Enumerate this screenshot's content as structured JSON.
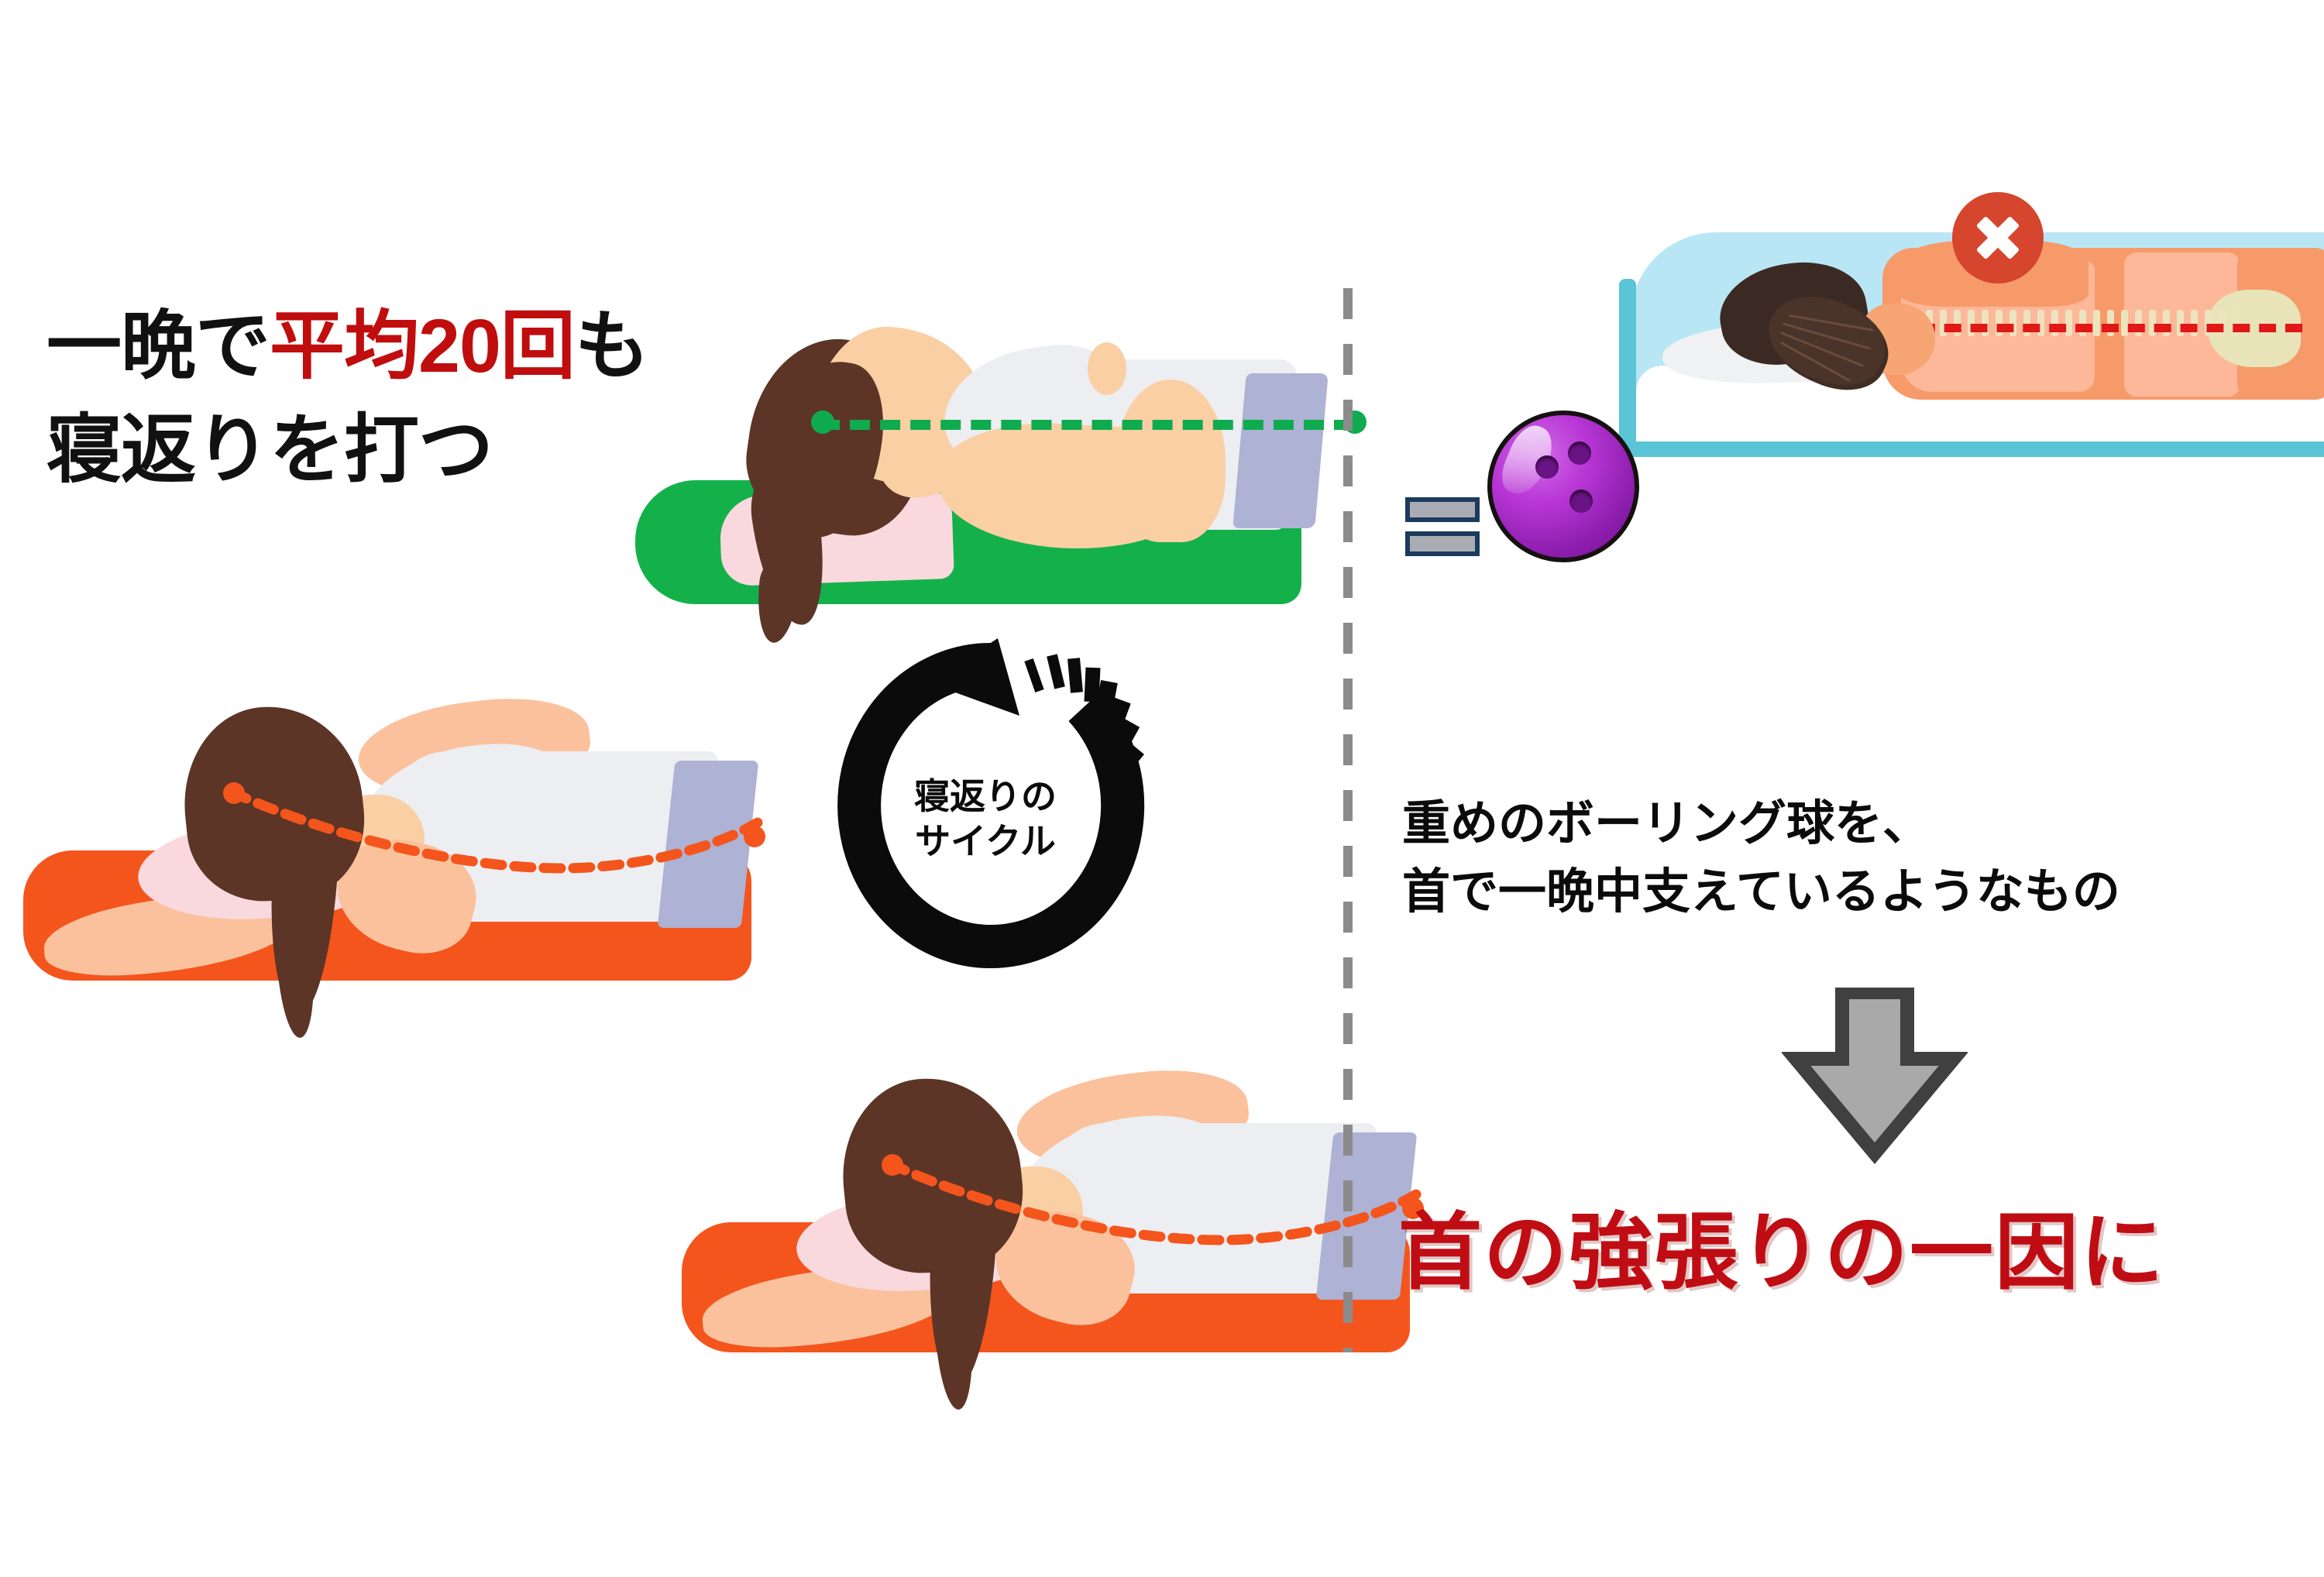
{
  "left": {
    "headline": {
      "line1_pre": "一晩で",
      "line1_highlight": "平均20回",
      "line1_post": "も",
      "line2": "寝返りを打つ",
      "highlight_color": "#c00d0d"
    },
    "cycle_badge": {
      "line1": "寝返りの",
      "line2": "サイクル"
    },
    "scenes": [
      {
        "name": "supine-green",
        "mattress_color": "#14b14b",
        "pillow_color": "#f9d9de",
        "line_color": "#0fab4f",
        "posture": "仰向け"
      },
      {
        "name": "side-orange-1",
        "mattress_color": "#f4551c",
        "pillow_color": "#f9d9de",
        "line_color": "#f4551c",
        "posture": "横向き"
      },
      {
        "name": "side-orange-2",
        "mattress_color": "#f4551c",
        "pillow_color": "#f9d9de",
        "line_color": "#f4551c",
        "posture": "横向き"
      }
    ]
  },
  "right": {
    "caption_line1": "重めのボーリング球を、",
    "caption_line2": "首で一晩中支えているようなもの",
    "conclusion": "首の強張りの一因に",
    "conclusion_color": "#bf0d13",
    "bed": {
      "blue_color": "#b9e6f5",
      "frame_color": "#5bc4d6",
      "mattress_color": "#ffffff",
      "body_color": "#f79a6a",
      "spine_color": "#ece4bf",
      "spine_line_color": "#e01818"
    },
    "bowling_ball_color": "#b937d6",
    "x_badge_color": "#d6452d",
    "arrow_color": "#a9a9a9"
  },
  "divider": {
    "color": "#8b8b8b",
    "style": "dashed-vertical"
  }
}
